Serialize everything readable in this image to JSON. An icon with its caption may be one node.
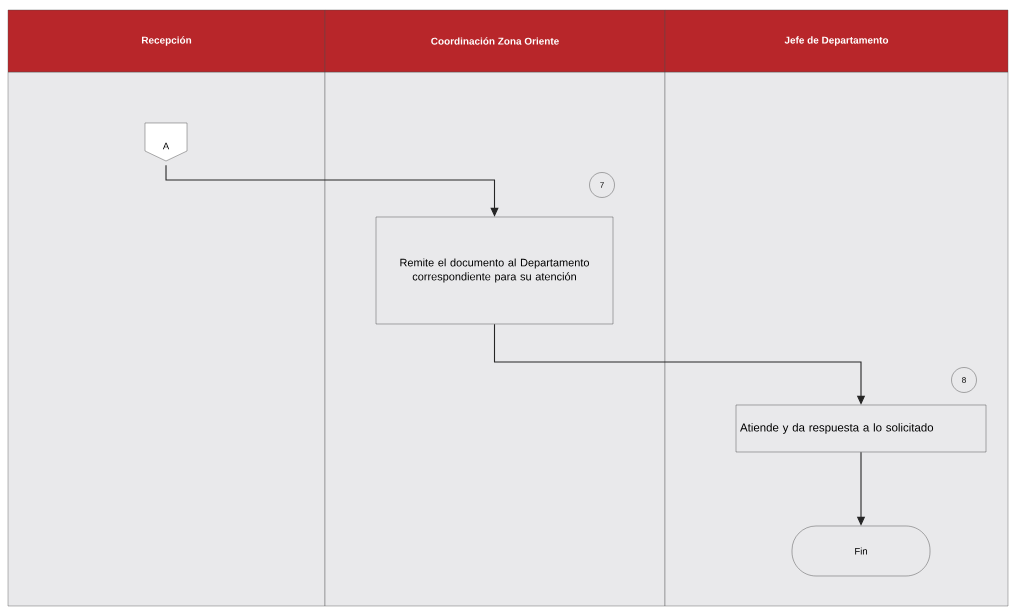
{
  "diagram": {
    "nodes": [
      {
        "text": [
          "Recepción"
        ]
      },
      {
        "text": [
          "Coordinación Zona Oriente"
        ]
      },
      {
        "text": [
          "Jefe de Departamento"
        ]
      },
      {
        "text": [
          "A"
        ],
        "in": 0
      },
      {
        "text": [
          "Remite el documento al Departamento correspondiente para su atención"
        ],
        "beside": [
          "7"
        ],
        "in": 1
      },
      {
        "text": [
          "Atiende y da respuesta a lo solicitado"
        ],
        "beside": [
          "8"
        ],
        "in": 2
      },
      {
        "text": [
          "Fin"
        ],
        "in": 2
      }
    ],
    "edges": [
      {
        "from": 3,
        "to": 4,
        "arrow": "to"
      },
      {
        "from": 4,
        "to": 5,
        "arrow": "to"
      },
      {
        "from": 5,
        "to": 6,
        "arrow": "to"
      }
    ]
  }
}
